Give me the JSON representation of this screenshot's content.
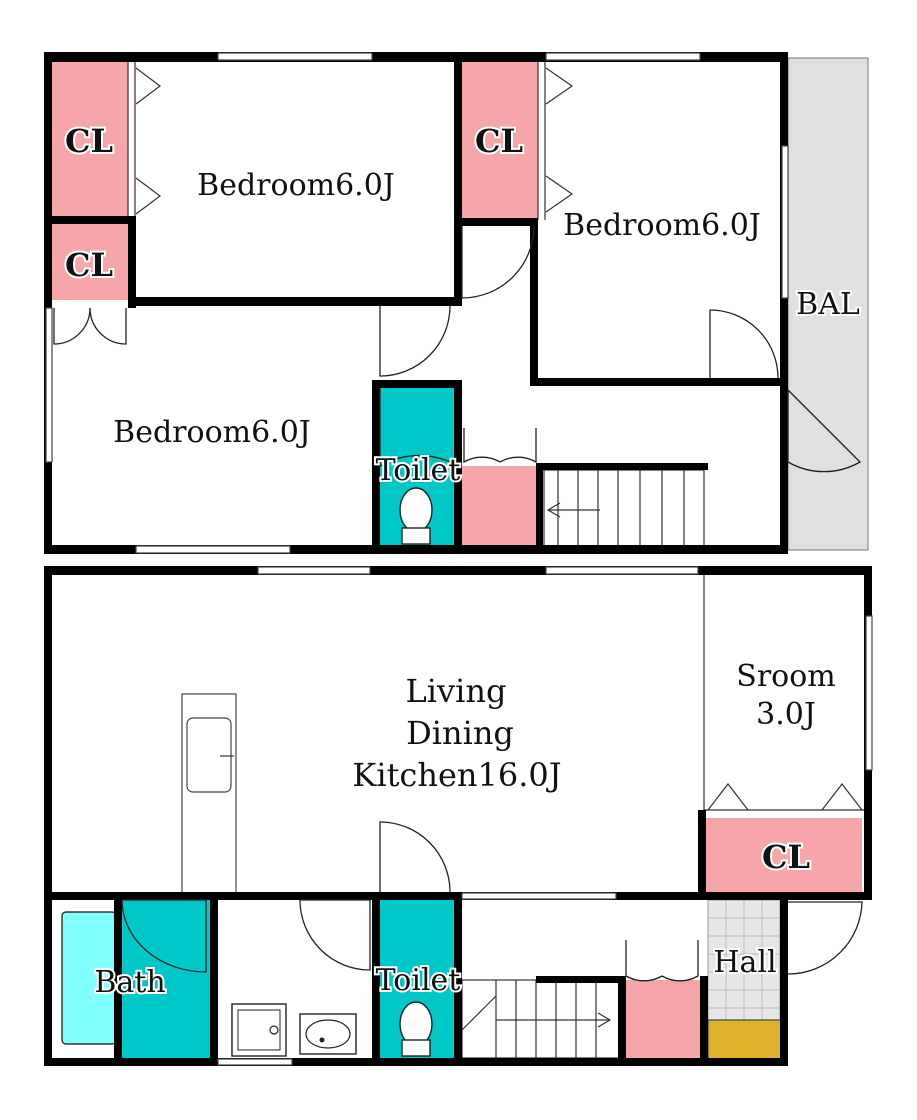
{
  "floor2": {
    "rooms": {
      "bedroom_nw": "Bedroom6.0J",
      "bedroom_ne": "Bedroom6.0J",
      "bedroom_w": "Bedroom6.0J",
      "closet_1": "CL",
      "closet_2": "CL",
      "closet_3": "CL",
      "toilet": "Toilet",
      "balcony": "BAL"
    }
  },
  "floor1": {
    "rooms": {
      "ldk_line1": "Living",
      "ldk_line2": "Dining",
      "ldk_line3": "Kitchen16.0J",
      "sroom_line1": "Sroom",
      "sroom_line2": "3.0J",
      "closet": "CL",
      "bath": "Bath",
      "toilet": "Toilet",
      "hall": "Hall"
    }
  },
  "colors": {
    "wall": "#000000",
    "closet": "#f6a6a8",
    "wet_area": "#00c8c8",
    "bathtub": "#80ffff",
    "balcony": "#e0e0e0",
    "entrance_tile": "#e6e6e6",
    "entrance_step": "#ddb22a"
  },
  "icons": [
    "door-swing-icon",
    "window-icon",
    "stairs-icon",
    "toilet-fixture-icon",
    "sink-icon",
    "washer-icon",
    "bathtub-icon"
  ]
}
